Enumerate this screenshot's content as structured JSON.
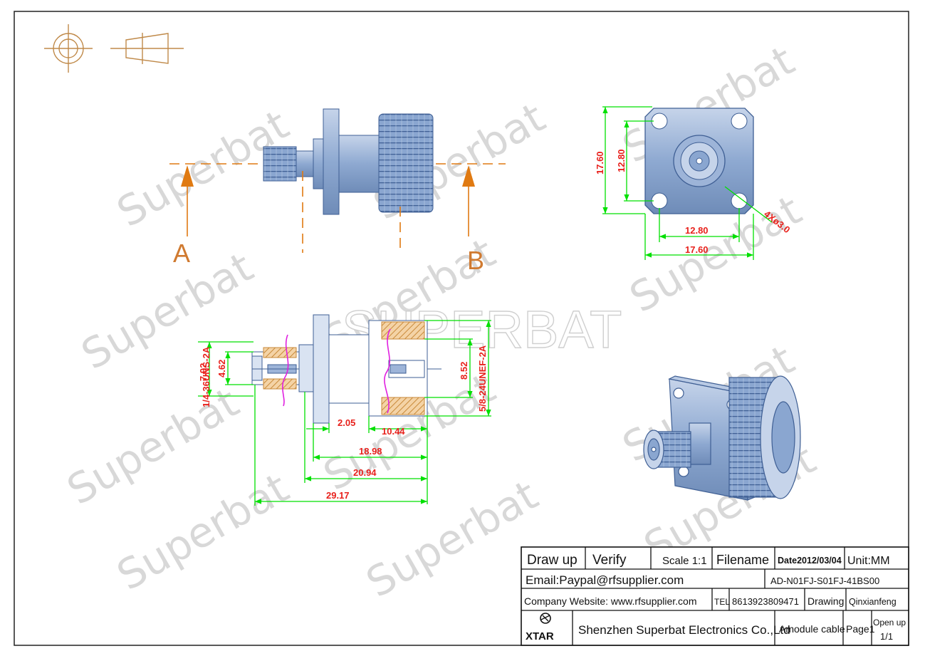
{
  "watermark": {
    "repeat_text": "Superbat",
    "brand_text": "SUPERBAT"
  },
  "section_labels": {
    "a": "A",
    "b": "B"
  },
  "dimensions": {
    "flange_height": "17.60",
    "hole_spacing_vertical": "12.80",
    "hole_spacing_horizontal": "12.80",
    "flange_width": "17.60",
    "hole_note": "4Xø3.0",
    "sma_outer_dia": "7.92",
    "sma_thread": "1/4-36UNS-2A",
    "sma_inner_dia": "4.62",
    "n_inner_dia": "8.52",
    "n_thread": "5/8-24UNEF-2A",
    "flange_thickness": "2.05",
    "n_length": "10.44",
    "len_1": "18.98",
    "len_2": "20.94",
    "total_length": "29.17"
  },
  "title_block": {
    "draw_up": "Draw up",
    "verify": "Verify",
    "scale": "Scale 1:1",
    "filename": "Filename",
    "date": "Date2012/03/04",
    "unit": "Unit:MM",
    "email": "Email:Paypal@rfsupplier.com",
    "part_number": "AD-N01FJ-S01FJ-41BS00",
    "website": "Company Website:  www.rfsupplier.com",
    "tel_label": "TEL",
    "tel": "8613923809471",
    "drawing": "Drawing",
    "drawer": "Qinxianfeng",
    "logo": "XTAR",
    "company": "Shenzhen Superbat Electronics Co.,Ltd",
    "product": "Amodule cable",
    "page": "Page1",
    "open_up": "Open up",
    "open_up_count": "1/1"
  },
  "colors": {
    "dimension_text": "#e8211c",
    "dimension_line": "#00e000",
    "centerline": "#e07a12",
    "connector": "#7f9cc8",
    "thread_hatch": "#c98a3a",
    "cut_line": "#e020e0"
  }
}
